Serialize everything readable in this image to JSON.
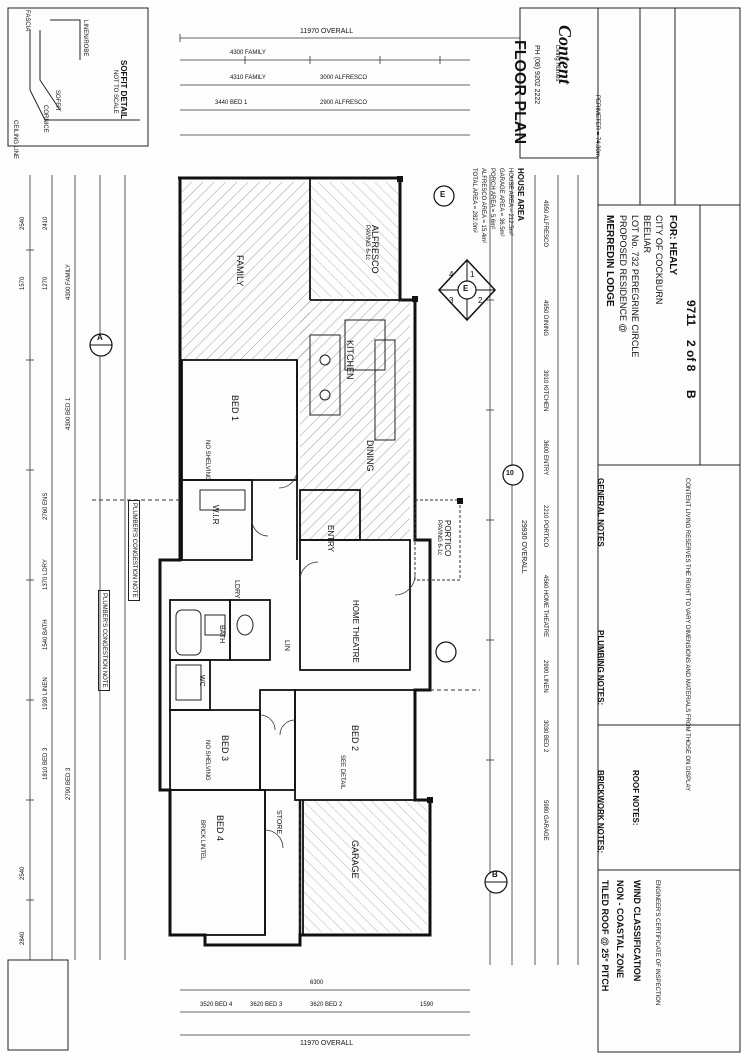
{
  "sheet_title": "FLOOR PLAN",
  "overall_top": "11970 OVERALL",
  "overall_bottom": "11970 OVERALL",
  "overall_length": "29930 OVERALL",
  "rooms": {
    "family": "FAMILY",
    "alfresco": "ALFRESCO",
    "alfresco_note": "PAVING 6-1c",
    "kitchen": "KITCHEN",
    "dining": "DINING",
    "bed1": "BED 1",
    "wir": "W.I.R",
    "entry": "ENTRY",
    "portico": "PORTICO",
    "portico_note": "PAVING 6-1c",
    "home_theatre": "HOME THEATRE",
    "ldry": "LDRY",
    "bath": "BATH",
    "wc": "WC",
    "linen": "LIN",
    "bed2": "BED 2",
    "bed3": "BED 3",
    "bed4": "BED 4",
    "garage": "GARAGE",
    "store": "STORE"
  },
  "room_notes": {
    "bed1_robe": "NO SHELVING",
    "bed2_note": "SEE DETAIL",
    "bed3_robe": "NO SHELVING",
    "bed4_note": "BRICK LINTEL"
  },
  "dims_top": [
    "4300 FAMILY",
    "4310 FAMILY",
    "3000 ALFRESCO",
    "3440 BED 1",
    "2900 ALFRESCO"
  ],
  "dims_left": [
    "2540",
    "2410",
    "1270",
    "1570",
    "4300 FAMILY",
    "4300 BED 1",
    "2760 ENS",
    "1370 LDRY",
    "1540 BATH",
    "1930 LINEN",
    "1810 BED 3",
    "2790 BED 3",
    "2540",
    "2840"
  ],
  "dims_right": [
    "4950 ALFRESCO",
    "4950 DINING",
    "3910 KITCHEN",
    "3600 ENTRY",
    "2210 PORTICO",
    "4560 HOME THEATRE",
    "2990 LINEN",
    "3030 BED 2",
    "5980 GARAGE"
  ],
  "dims_bottom": [
    "6300",
    "3520 BED 4",
    "3620 BED 3",
    "3620 BED 2",
    "1590"
  ],
  "soffit": {
    "title": "SOFFIT DETAIL",
    "subtitle": "NOT TO SCALE",
    "labels": [
      "CEILING LINE",
      "FASCIA",
      "SOFFIT",
      "CORNICE",
      "LINEN/ROBE"
    ]
  },
  "plumbers_notes": [
    "PLUMBER'S CONGESTION NOTE",
    "PLUMBER'S CONGESTION NOTE"
  ],
  "wind": {
    "roof": "TILED ROOF @ 25° PITCH",
    "zone": "NON - COASTAL ZONE",
    "classification": "WIND CLASSIFICATION",
    "note": "ENGINEER'S CERTIFICATE OF INSPECTION"
  },
  "notes_headers": [
    "BRICKWORK NOTES:",
    "ROOF NOTES:",
    "PLUMBING NOTES:",
    "GENERAL NOTES"
  ],
  "house_area": {
    "title": "HOUSE AREA",
    "rows": [
      "HOUSE AREA = 212.5m²",
      "GARAGE AREA = 36.5m²",
      "PORCH AREA = 5.6m²",
      "ALFRESCO AREA = 15.4m²",
      "TOTAL AREA = 282.0m²"
    ],
    "perimeter": "PERIMETER = 74.30m"
  },
  "project": {
    "house": "MERREDIN LODGE",
    "residence": "PROPOSED RESIDENCE @",
    "lot": "LOT No. 732 PEREGRINE CIRCLE",
    "suburb": "BEELIAR",
    "city": "CITY OF COCKBURN",
    "for": "FOR: HEALY",
    "job": "9711",
    "sheet": "2 of 8",
    "revision": "B"
  },
  "builder_logo": "Content",
  "builder_sub": "Living Homes",
  "builder_phone": "PH (08) 9202 2222",
  "compass": [
    "1",
    "2",
    "3",
    "4",
    "E"
  ],
  "section_markers": [
    "A",
    "B",
    "E",
    "10"
  ],
  "copyright": "CONTENT LIVING RESERVES THE RIGHT TO VARY DIMENSIONS AND MATERIALS FROM THOSE ON DISPLAY"
}
